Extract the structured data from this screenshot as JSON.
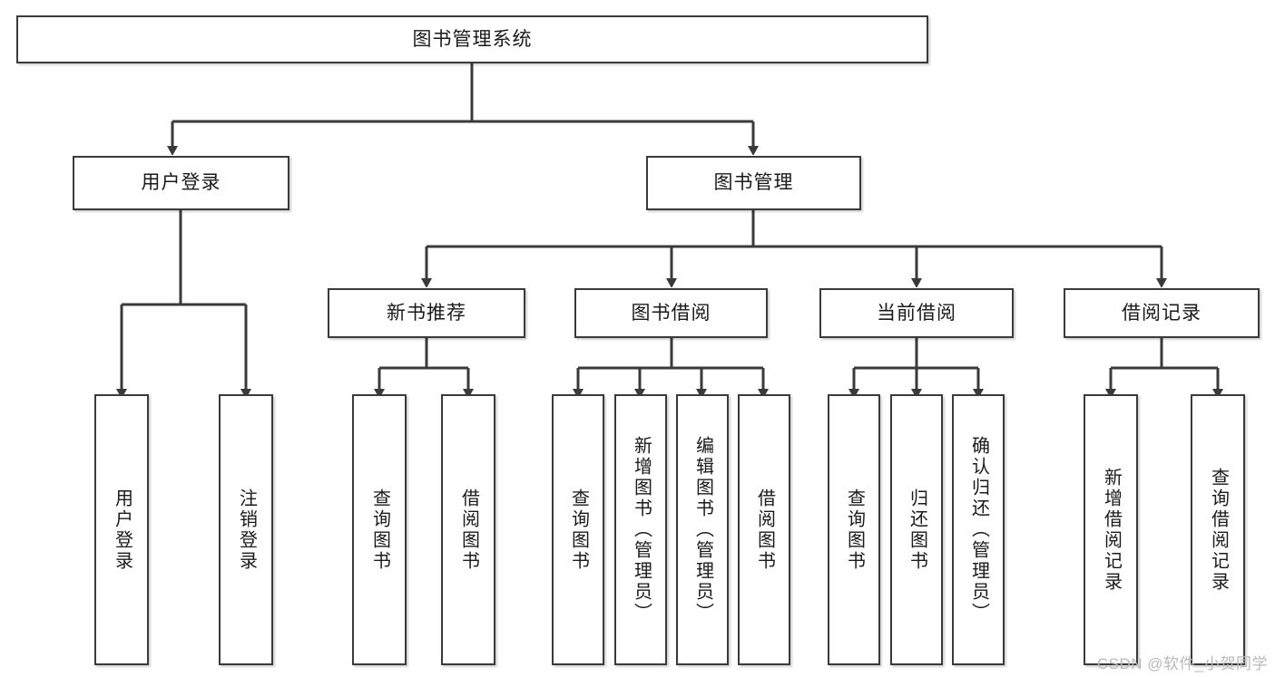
{
  "diagram": {
    "title": "图书管理系统",
    "type": "tree-hierarchy-chart",
    "watermark": "CSDN @软件_小贺同学",
    "colors": {
      "box_border": "#3a3a3a",
      "box_fill": "#ffffff",
      "connector": "#3a3a3a",
      "text": "#1a1a1a",
      "watermark": "#b9b9b9",
      "background": "#ffffff"
    },
    "root": {
      "label": "图书管理系统"
    },
    "level1": [
      {
        "label": "用户登录"
      },
      {
        "label": "图书管理"
      }
    ],
    "level2": [
      {
        "label": "新书推荐"
      },
      {
        "label": "图书借阅"
      },
      {
        "label": "当前借阅"
      },
      {
        "label": "借阅记录"
      }
    ],
    "leaves": {
      "user_login": [
        {
          "label": "用户登录"
        },
        {
          "label": "注销登录"
        }
      ],
      "new_book_recommend": [
        {
          "label": "查询图书"
        },
        {
          "label": "借阅图书"
        }
      ],
      "book_borrow": [
        {
          "label": "查询图书"
        },
        {
          "label": "新增图书（管理员）"
        },
        {
          "label": "编辑图书（管理员）"
        },
        {
          "label": "借阅图书"
        }
      ],
      "current_borrow": [
        {
          "label": "查询图书"
        },
        {
          "label": "归还图书"
        },
        {
          "label": "确认归还（管理员）"
        }
      ],
      "borrow_record": [
        {
          "label": "新增借阅记录"
        },
        {
          "label": "查询借阅记录"
        }
      ]
    }
  }
}
